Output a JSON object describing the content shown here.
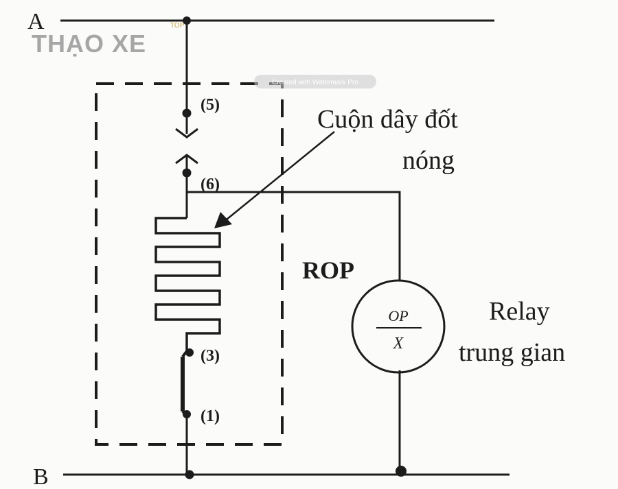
{
  "watermark": {
    "brand": "THẠO XE",
    "small_top": "TOP",
    "small_band": "Created with Watermark Pro"
  },
  "labels": {
    "line_a": "A",
    "line_b": "B",
    "terminal_5": "(5)",
    "terminal_6": "(6)",
    "terminal_3": "(3)",
    "terminal_1": "(1)",
    "heater_label_line1": "Cuộn dây đốt",
    "heater_label_line2": "nóng",
    "rop_label": "ROP",
    "relay_symbol_top": "OP",
    "relay_symbol_bottom": "X",
    "relay_label_line1": "Relay",
    "relay_label_line2": "trung gian"
  },
  "colors": {
    "ink": "#1c1c1c",
    "watermark": "#8a8a8a",
    "background": "#fbfbfa"
  }
}
